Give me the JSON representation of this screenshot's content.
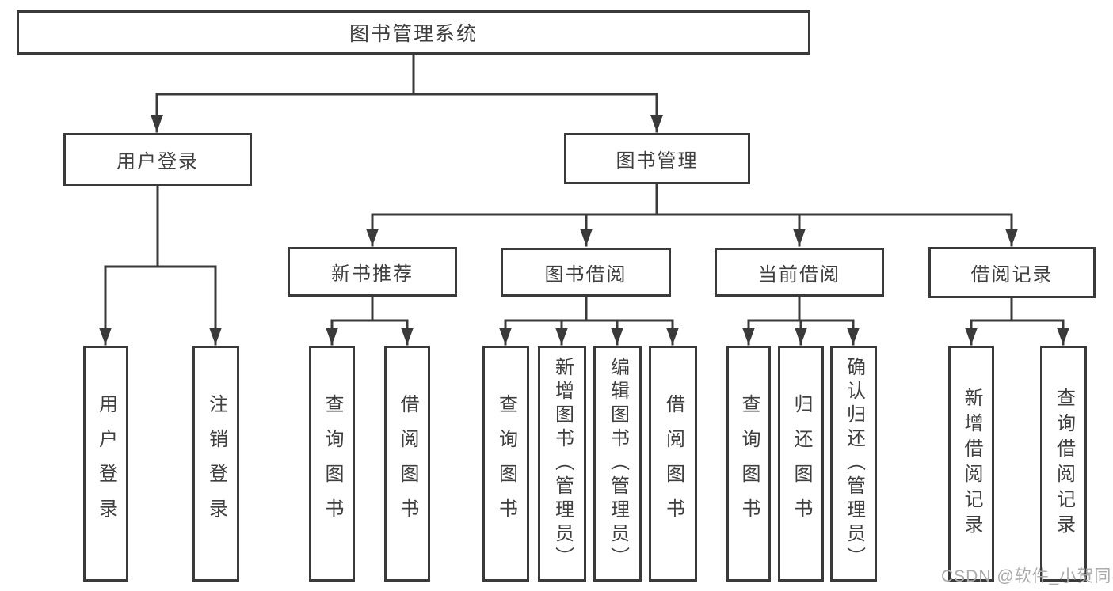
{
  "tree": {
    "root": "图书管理系统",
    "children": [
      {
        "label": "用户登录",
        "children": [
          "用户登录",
          "注销登录"
        ]
      },
      {
        "label": "图书管理",
        "children": [
          {
            "label": "新书推荐",
            "children": [
              "查询图书",
              "借阅图书"
            ]
          },
          {
            "label": "图书借阅",
            "children": [
              "查询图书",
              "新增图书（管理员）",
              "编辑图书（管理员）",
              "借阅图书"
            ]
          },
          {
            "label": "当前借阅",
            "children": [
              "查询图书",
              "归还图书",
              "确认归还（管理员）"
            ]
          },
          {
            "label": "借阅记录",
            "children": [
              "新增借阅记录",
              "查询借阅记录"
            ]
          }
        ]
      }
    ]
  },
  "watermark": {
    "text": "CSDN @软件_小贺同学"
  },
  "colors": {
    "line": "#3a3a3a",
    "text": "#3f3f3f",
    "watermark": "#ababab",
    "background": "#ffffff"
  }
}
